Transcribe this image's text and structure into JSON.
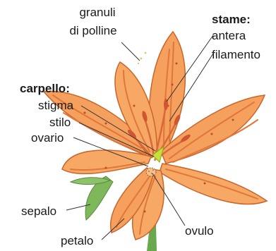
{
  "labels": {
    "granuli_line1": "granuli",
    "granuli_line2": "di polline",
    "stame_heading": "stame:",
    "antera": "antera",
    "filamento": "filamento",
    "carpello_heading": "carpello:",
    "stigma": "stigma",
    "stilo": "stilo",
    "ovario": "ovario",
    "sepalo": "sepalo",
    "petalo": "petalo",
    "ovulo": "ovulo"
  },
  "colors": {
    "petal_fill": "#f5a05c",
    "petal_stroke": "#c9652a",
    "petal_stripe": "#e0773a",
    "stem": "#6aa84f",
    "stigma": "#c6e23a",
    "anther": "#d1542e",
    "leader_line": "#333333"
  }
}
